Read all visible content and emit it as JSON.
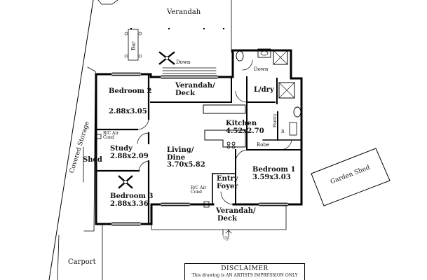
{
  "labels": {
    "verandah_top": "Verandah",
    "bar": "Bar",
    "down_top": "Down",
    "down_right": "Down",
    "bedroom2": "Bedroom 2",
    "bedroom2_dim": "2.88x3.05",
    "verandah_deck_mid": "Verandah/",
    "verandah_deck_mid2": "Deck",
    "ldry": "L/dry",
    "kitchen": "Kitchen",
    "kitchen_dim": "4.52x2.70",
    "pantry": "Pantry",
    "ref": "R",
    "robe": "Robe",
    "rc_air_study": "R/C Air",
    "rc_air_study2": "Cond",
    "study": "Study",
    "study_dim": "2.88x2.09",
    "living": "Living/",
    "living2": "Dine",
    "living_dim": "3.70x5.82",
    "bedroom1": "Bedroom 1",
    "bedroom1_dim": "3.59x3.03",
    "entry": "Entry",
    "entry2": "Foyer",
    "rc_air_living": "R/C Air",
    "rc_air_living2": "Cond",
    "bedroom3": "Bedroom 3",
    "bedroom3_dim": "2.88x3.36",
    "verandah_deck_bottom": "Verandah/",
    "verandah_deck_bottom2": "Deck",
    "up": "Up",
    "covered_storage": "Covered Storage",
    "shed": "Shed",
    "garden_shed": "Garden Shed",
    "carport": "Carport"
  },
  "disclaimer": {
    "title": "DISCLAIMER",
    "text": "This drawing is AN ARTISTS IMPRESSION ONLY"
  }
}
